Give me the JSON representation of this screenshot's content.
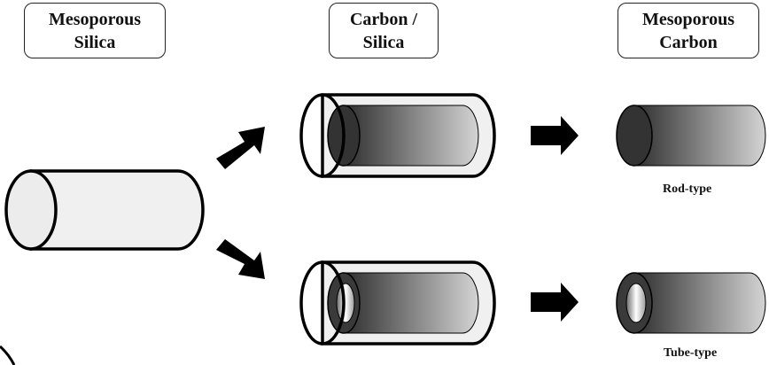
{
  "stages": [
    {
      "line1": "Mesoporous",
      "line2": "Silica"
    },
    {
      "line1": "Carbon  /",
      "line2": "Silica"
    },
    {
      "line1": "Mesoporous",
      "line2": "Carbon"
    }
  ],
  "products": {
    "rod": {
      "label": "Rod-type"
    },
    "tube": {
      "label": "Tube-type"
    }
  },
  "colors": {
    "outline": "#000000",
    "silica_fill": "#f0f0f0",
    "carbon_dark": "#333333",
    "carbon_light": "#cfcfcf",
    "arrow": "#000000"
  }
}
